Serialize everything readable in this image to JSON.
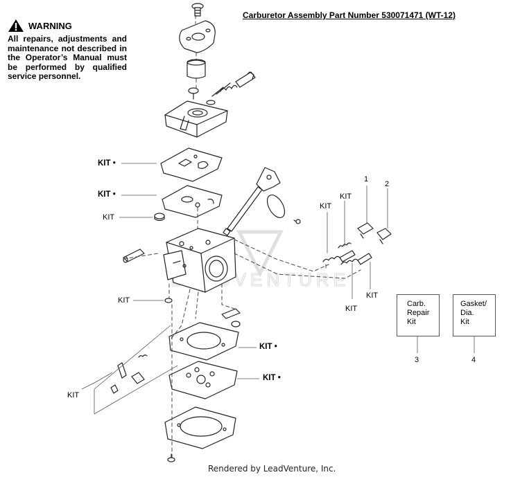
{
  "warning": {
    "title": "WARNING",
    "body": "All repairs, adjustments and maintenance not described in the Operator’s Manual must be performed by qualified service personnel."
  },
  "title": "Carburetor Assembly Part Number 530071471  (WT-12)",
  "callouts": {
    "kit1": "KIT •",
    "kit2": "KIT •",
    "kit3": "KIT",
    "kit4": "KIT",
    "kit5": "KIT",
    "kit6": "KIT •",
    "kit7": "KIT •",
    "kit8": "KIT",
    "kit9": "KIT",
    "kit10": "KIT",
    "kit11": "KIT",
    "num1": "1",
    "num2": "2",
    "num3": "3",
    "num4": "4"
  },
  "kit_boxes": {
    "carb_repair": [
      "Carb.",
      "Repair",
      "Kit"
    ],
    "gasket_dia": [
      "Gasket/",
      "Dia.",
      "Kit"
    ]
  },
  "watermark": "LEADVENTURE",
  "footer": "Rendered by LeadVenture, Inc.",
  "colors": {
    "line": "#222222",
    "leader": "#555555",
    "watermark": "#dcdcdc"
  }
}
